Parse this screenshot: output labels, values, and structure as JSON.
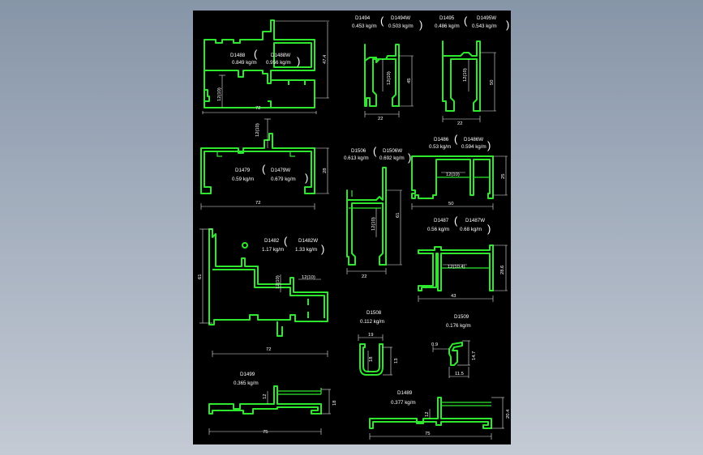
{
  "colors": {
    "background": "#8e9bae",
    "sheet": "#000000",
    "profile": "#2ee82e",
    "dimension": "#e8e8e8"
  },
  "profiles": [
    {
      "id": "d1488",
      "code": "D1488",
      "alt_code": "D1488W",
      "weight": "0.849 kg/m",
      "alt_weight": "0.956 kg/m",
      "dims": [
        "72",
        "47.4",
        "12(10)"
      ]
    },
    {
      "id": "d1494",
      "code": "D1494",
      "alt_code": "D1494W",
      "weight": "0.453 kg/m",
      "alt_weight": "0.503 kg/m",
      "dims": [
        "22",
        "45",
        "12(10)"
      ]
    },
    {
      "id": "d1495",
      "code": "D1495",
      "alt_code": "D1495W",
      "weight": "0.486 kg/m",
      "alt_weight": "0.543 kg/m",
      "dims": [
        "22",
        "50",
        "12(10)"
      ]
    },
    {
      "id": "d1479",
      "code": "D1479",
      "alt_code": "D1479W",
      "weight": "0.59 kg/m",
      "alt_weight": "0.679 kg/m",
      "dims": [
        "72",
        "28",
        "12(10)"
      ]
    },
    {
      "id": "d1506",
      "code": "D1506",
      "alt_code": "D1506W",
      "weight": "0.613 kg/m",
      "alt_weight": "0.692 kg/m",
      "dims": [
        "22",
        "61",
        "12(10)"
      ]
    },
    {
      "id": "d1486",
      "code": "D1486",
      "alt_code": "D1486W",
      "weight": "0.53 kg/m",
      "alt_weight": "0.594 kg/m",
      "dims": [
        "50",
        "25",
        "12(10)"
      ]
    },
    {
      "id": "d1487",
      "code": "D1487",
      "alt_code": "D1487W",
      "weight": "0.56 kg/m",
      "alt_weight": "0.68 kg/m",
      "dims": [
        "43",
        "28.6",
        "12(10.4)"
      ]
    },
    {
      "id": "d1482",
      "code": "D1482",
      "alt_code": "D1482W",
      "weight": "1.17 kg/m",
      "alt_weight": "1.33 kg/m",
      "dims": [
        "72",
        "61",
        "12(10)",
        "12(10)"
      ]
    },
    {
      "id": "d1508",
      "code": "D1508",
      "weight": "0.112 kg/m",
      "dims": [
        "19",
        "18",
        "13"
      ]
    },
    {
      "id": "d1509",
      "code": "D1509",
      "weight": "0.176 kg/m",
      "dims": [
        "0.9",
        "14.7",
        "11.5"
      ]
    },
    {
      "id": "d1499",
      "code": "D1499",
      "weight": "0.365 kg/m",
      "dims": [
        "75",
        "12",
        "18"
      ]
    },
    {
      "id": "d1489",
      "code": "D1489",
      "weight": "0.377 kg/m",
      "dims": [
        "75",
        "12",
        "20.4"
      ]
    }
  ]
}
